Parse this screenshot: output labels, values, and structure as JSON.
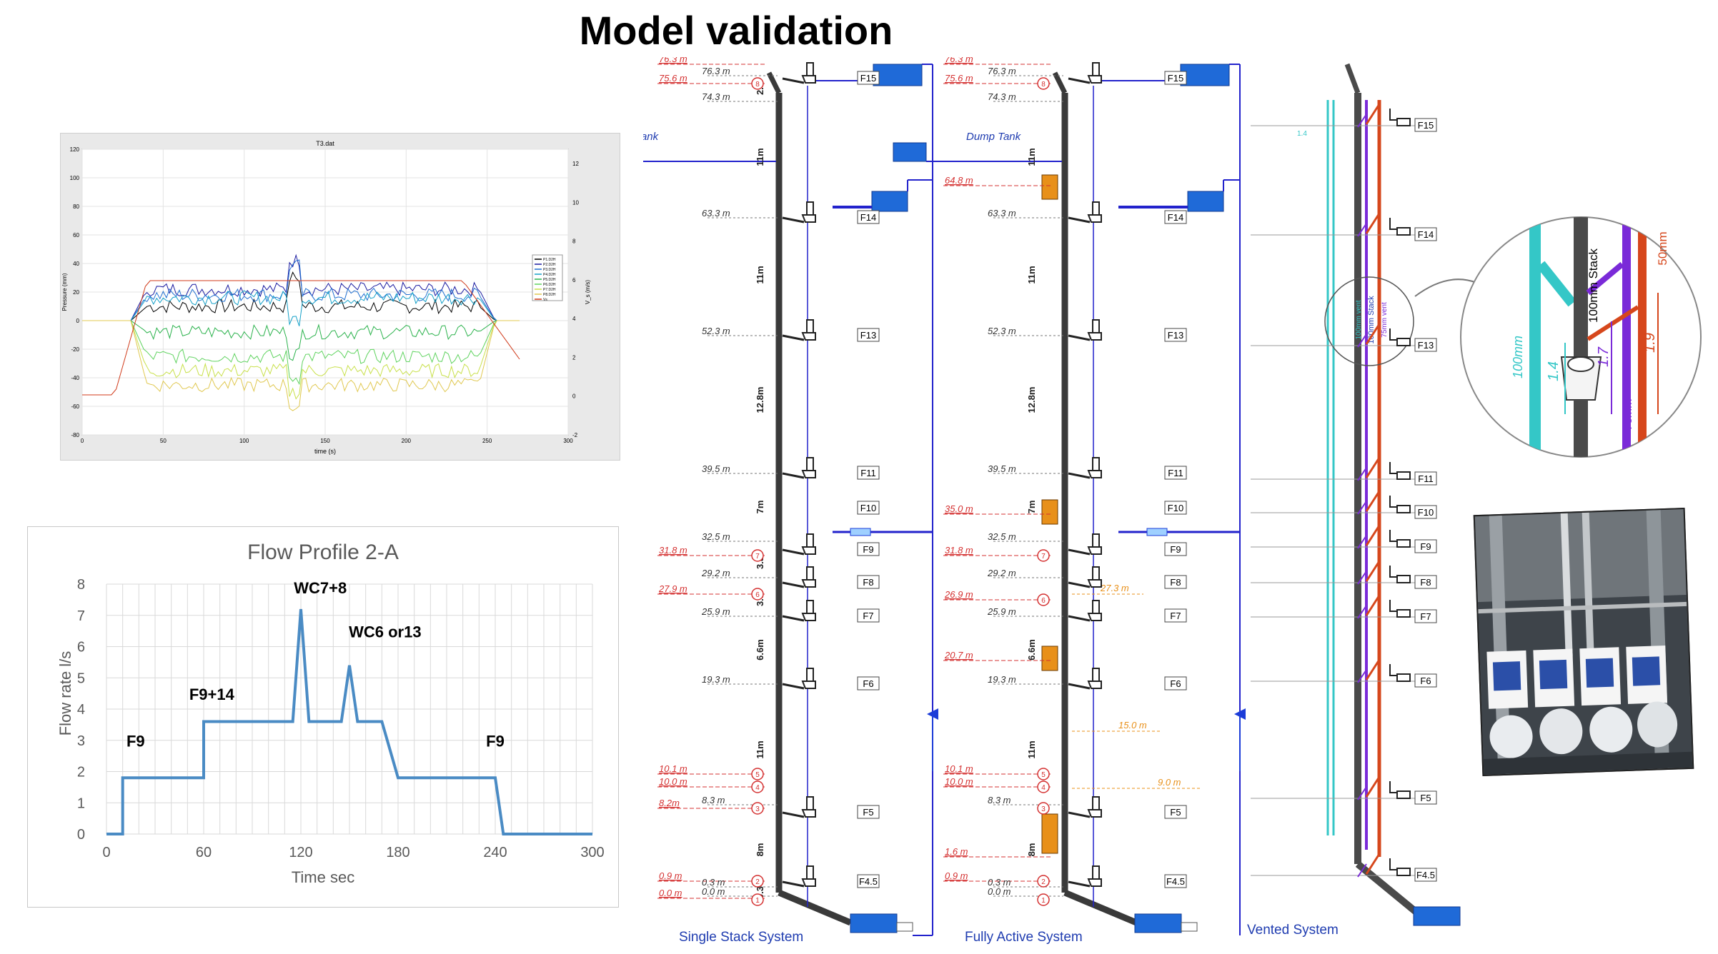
{
  "title": "Model validation",
  "pressure_chart": {
    "title": "T3.dat",
    "xlabel": "time (s)",
    "ylabel": "Pressure (mm)",
    "y2label": "V_s (m/s)",
    "x_ticks": [
      "0",
      "50",
      "100",
      "150",
      "200",
      "250",
      "300"
    ],
    "y_ticks": [
      "120",
      "100",
      "80",
      "60",
      "40",
      "20",
      "0",
      "-20",
      "-40",
      "-60",
      "-80"
    ],
    "y2_ticks": [
      "12",
      "10",
      "8",
      "6",
      "4",
      "2",
      "0",
      "-2"
    ],
    "legend": [
      "P1.D2H",
      "P2.D2H",
      "P3.D2H",
      "P4.D2H",
      "P5.D2H",
      "P6.D2H",
      "P7.D2H",
      "P8.D2H",
      "Vs"
    ],
    "colors": [
      "#000000",
      "#1a1aa0",
      "#1f6fd0",
      "#15a0c8",
      "#2bb24c",
      "#5fd35f",
      "#c8e04a",
      "#e0c850",
      "#d03a1a"
    ]
  },
  "chart_data": {
    "type": "line",
    "title": "Flow Profile 2-A",
    "xlabel": "Time sec",
    "ylabel": "Flow rate l/s",
    "xlim": [
      0,
      300
    ],
    "ylim": [
      0,
      8
    ],
    "x_ticks": [
      0,
      60,
      120,
      180,
      240,
      300
    ],
    "y_ticks": [
      0,
      1,
      2,
      3,
      4,
      5,
      6,
      7,
      8
    ],
    "grid": true,
    "series": [
      {
        "color": "#4a8bc4",
        "x": [
          0,
          10,
          10,
          60,
          60,
          115,
          120,
          125,
          145,
          150,
          155,
          170,
          180,
          240,
          245,
          250,
          300
        ],
        "y": [
          0,
          0,
          1.8,
          1.8,
          3.6,
          3.6,
          7.2,
          3.6,
          3.6,
          5.4,
          3.6,
          3.6,
          1.8,
          1.8,
          0,
          0,
          0
        ]
      }
    ],
    "annotations": [
      {
        "text": "F9",
        "x": 18,
        "y": 2.8
      },
      {
        "text": "F9+14",
        "x": 65,
        "y": 4.3
      },
      {
        "text": "WC7+8",
        "x": 132,
        "y": 7.7
      },
      {
        "text": "WC6 or13",
        "x": 172,
        "y": 6.3
      },
      {
        "text": "F9",
        "x": 240,
        "y": 2.8
      }
    ]
  },
  "systems": {
    "single": {
      "caption": "Single Stack System",
      "dump_tank": "Dump Tank",
      "red_levels": [
        "76.3 m",
        "75.6 m",
        "31.8 m",
        "27.9 m",
        "10.1 m",
        "10.0 m",
        "8.2m",
        "0.9 m",
        "0.0 m"
      ],
      "black_levels": [
        "76.3 m",
        "74.3 m",
        "63.3 m",
        "52.3 m",
        "39.5 m",
        "32.5 m",
        "29.2 m",
        "25.9 m",
        "19.3 m",
        "8.3 m",
        "0.3 m",
        "0.0 m"
      ],
      "spans": [
        "2.3",
        "11m",
        "11m",
        "12.8m",
        "7m",
        "3.3",
        "3.3",
        "6.6m",
        "11m",
        "8m",
        "0.3"
      ],
      "nodes": [
        "8",
        "7",
        "6",
        "5",
        "4",
        "3",
        "2",
        "1"
      ]
    },
    "active": {
      "caption": "Fully Active System",
      "dump_tank": "Dump Tank",
      "red_levels": [
        "76.3 m",
        "75.6 m",
        "64.8 m",
        "35.0 m",
        "31.8 m",
        "26.9 m",
        "20.7 m",
        "10.1 m",
        "10.0 m",
        "1.6 m",
        "0.9 m"
      ],
      "black_levels": [
        "76.3 m",
        "74.3 m",
        "63.3 m",
        "52.3 m",
        "39.5 m",
        "32.5 m",
        "29.2 m",
        "25.9 m",
        "19.3 m",
        "8.3 m",
        "0.3 m",
        "0.0 m"
      ],
      "extra_levels": [
        "27.3 m",
        "15.0 m",
        "9.0 m"
      ],
      "spans": [
        "11m",
        "11m",
        "12.8m",
        "7m",
        "6.6m",
        "11m",
        "8m"
      ],
      "nodes": [
        "8",
        "7",
        "6",
        "5",
        "4",
        "3",
        "2",
        "1"
      ]
    },
    "vented": {
      "caption": "Vented System",
      "small_labels": [
        "1.4",
        "100mm vent",
        "100mm Stack",
        "75mm vent"
      ]
    },
    "floors": [
      "F15",
      "F14",
      "F13",
      "F11",
      "F10",
      "F9",
      "F8",
      "F7",
      "F6",
      "F5",
      "F4.5"
    ],
    "detail": {
      "labels": [
        "100mm Stack",
        "50mm",
        "100mm",
        "1.4",
        "1.7",
        "1.9",
        "75mm"
      ],
      "colors": {
        "vent_cyan": "#34c7c7",
        "vent_purple": "#7a2ad8",
        "vent_orange": "#d6471c",
        "stack": "#4a4a4a"
      }
    }
  }
}
